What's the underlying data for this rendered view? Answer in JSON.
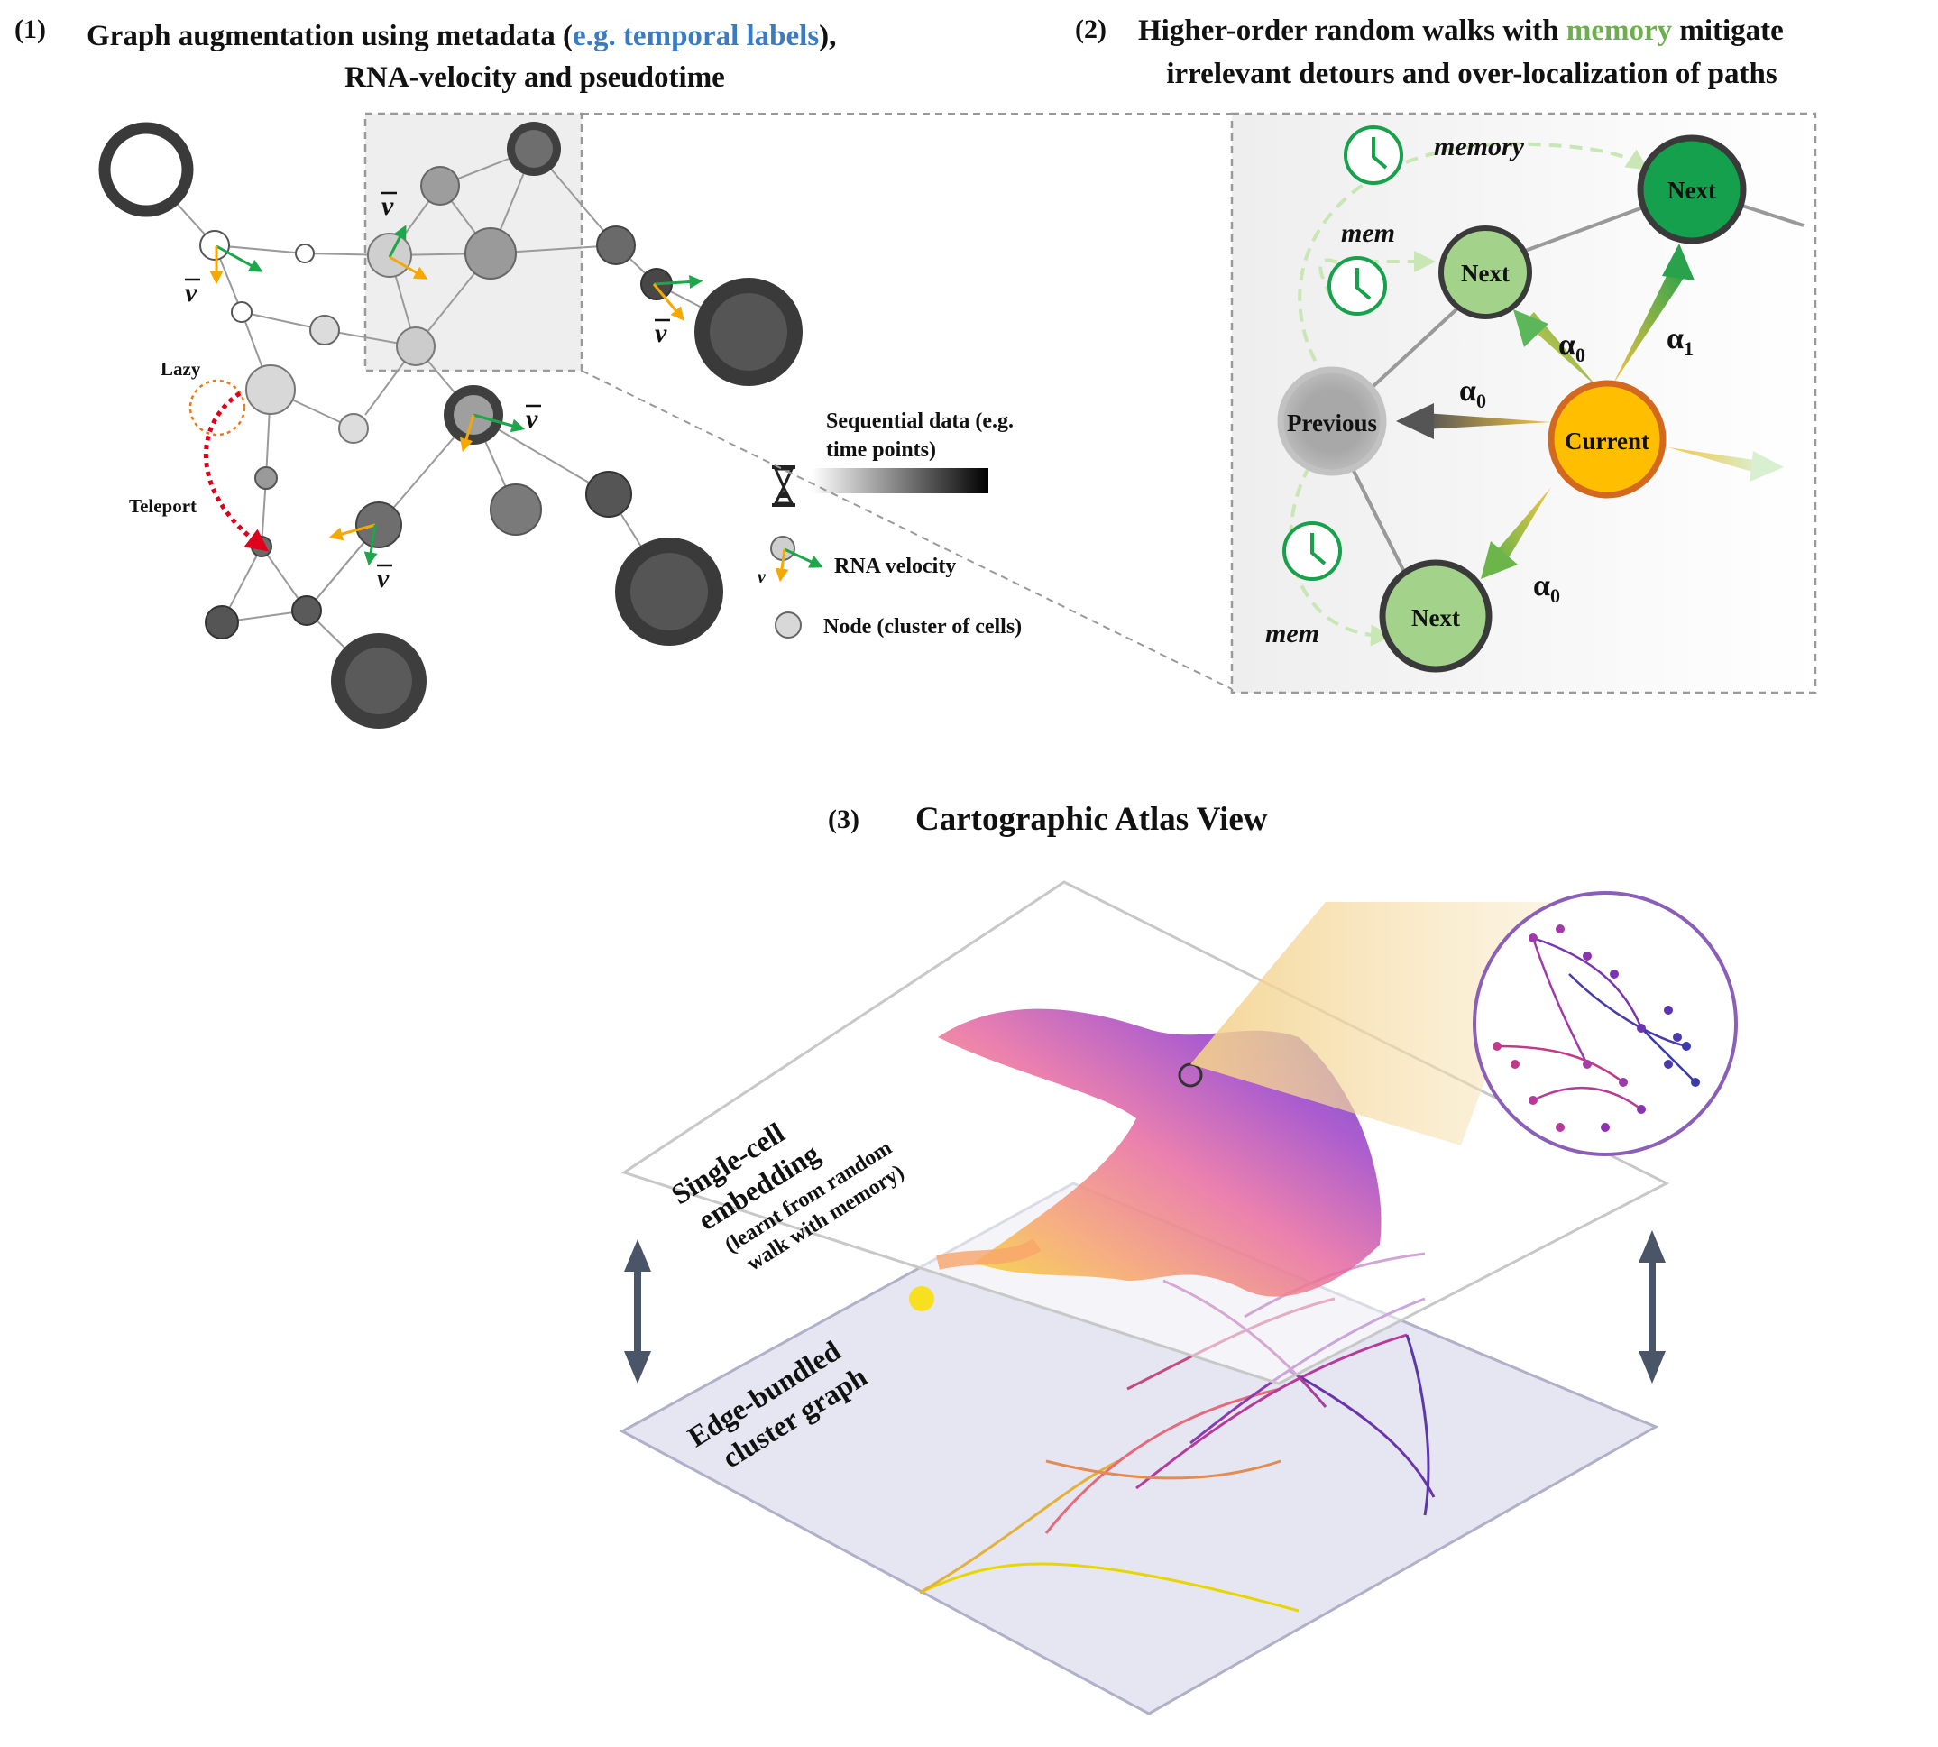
{
  "panel1": {
    "number": "(1)",
    "title_line1_pre": "Graph augmentation using metadata (",
    "title_highlight": "e.g. temporal labels",
    "title_line1_post": "),",
    "title_line2": "RNA-velocity and pseudotime",
    "lazy_label": "Lazy",
    "teleport_label": "Teleport",
    "velocity_symbol": "v",
    "legend": {
      "sequential_line1": "Sequential data (e.g.",
      "sequential_line2": "time points)",
      "rna_velocity": "RNA velocity",
      "node": "Node (cluster of cells)"
    }
  },
  "panel2": {
    "number": "(2)",
    "title_line1_pre": "Higher-order random walks with ",
    "title_highlight": "memory",
    "title_line1_post": " mitigate",
    "title_line2": "irrelevant detours and over-localization of paths",
    "memory_label": "memory",
    "mem_label": "mem",
    "node_previous": "Previous",
    "node_current": "Current",
    "node_next": "Next",
    "alpha0": "α",
    "alpha0_sub": "0",
    "alpha1": "α",
    "alpha1_sub": "1"
  },
  "panel3": {
    "number": "(3)",
    "title": "Cartographic Atlas View",
    "top_plane_line1": "Single-cell",
    "top_plane_line2": "embedding",
    "top_plane_line3": "(learnt from random",
    "top_plane_line4": "walk with memory)",
    "bottom_plane_line1": "Edge-bundled",
    "bottom_plane_line2": "cluster graph"
  },
  "colors": {
    "highlight_blue": "#3b7bbf",
    "memory_green": "#6fae4f",
    "current_orange": "#ffbf00",
    "next_green": "#a3d38b",
    "next_dark_green": "#14a04c",
    "teleport_red": "#e0001b",
    "lazy_orange": "#e07b22"
  },
  "icons": [
    "hourglass-icon",
    "clock-icon",
    "double-arrow-icon"
  ]
}
